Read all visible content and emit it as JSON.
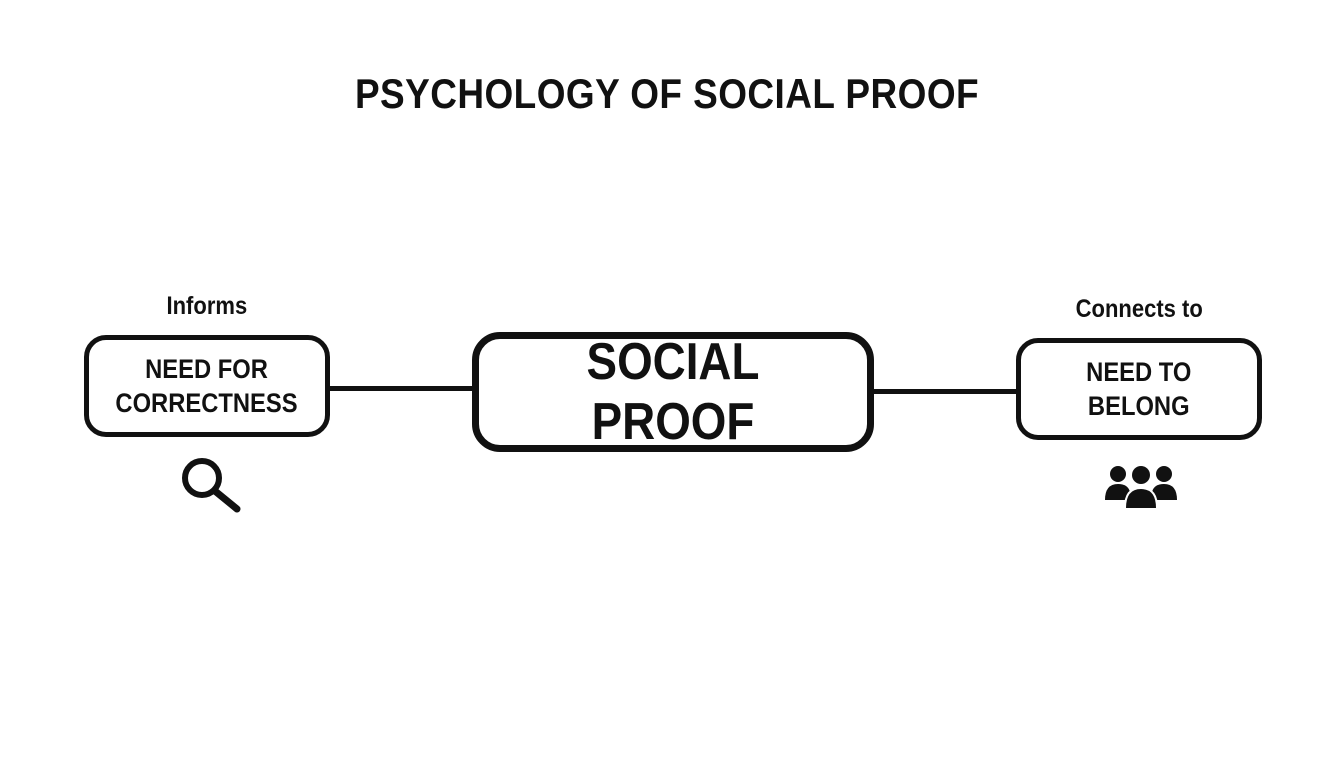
{
  "diagram": {
    "title": "PSYCHOLOGY OF SOCIAL PROOF",
    "center_node": {
      "label": "SOCIAL PROOF"
    },
    "left_node": {
      "caption": "Informs",
      "label": "NEED FOR\nCORRECTNESS",
      "icon": "search-icon"
    },
    "right_node": {
      "caption": "Connects to",
      "label": "NEED TO\nBELONG",
      "icon": "people-group-icon"
    },
    "colors": {
      "stroke": "#111111",
      "background": "#ffffff"
    }
  }
}
